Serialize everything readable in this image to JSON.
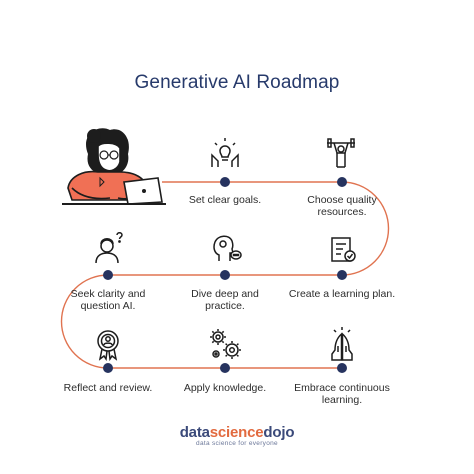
{
  "title": "Generative AI Roadmap",
  "colors": {
    "line": "#e07350",
    "dot": "#26335f",
    "title": "#273a6b",
    "accent": "#f07055"
  },
  "steps": [
    {
      "label": "Set clear goals.",
      "icon": "target-bulb-icon"
    },
    {
      "label": "Choose quality resources.",
      "icon": "weightlifter-icon"
    },
    {
      "label": "Create a learning plan.",
      "icon": "checklist-icon"
    },
    {
      "label": "Dive deep and practice.",
      "icon": "head-chat-icon"
    },
    {
      "label": "Seek clarity and question AI.",
      "icon": "question-person-icon"
    },
    {
      "label": "Reflect and review.",
      "icon": "award-person-icon"
    },
    {
      "label": "Apply knowledge.",
      "icon": "gears-icon"
    },
    {
      "label": "Embrace continuous learning.",
      "icon": "praying-hands-icon"
    }
  ],
  "footer": {
    "brand_left": "data",
    "brand_mid": "science",
    "brand_right": "dojo",
    "tagline": "data science for everyone"
  }
}
